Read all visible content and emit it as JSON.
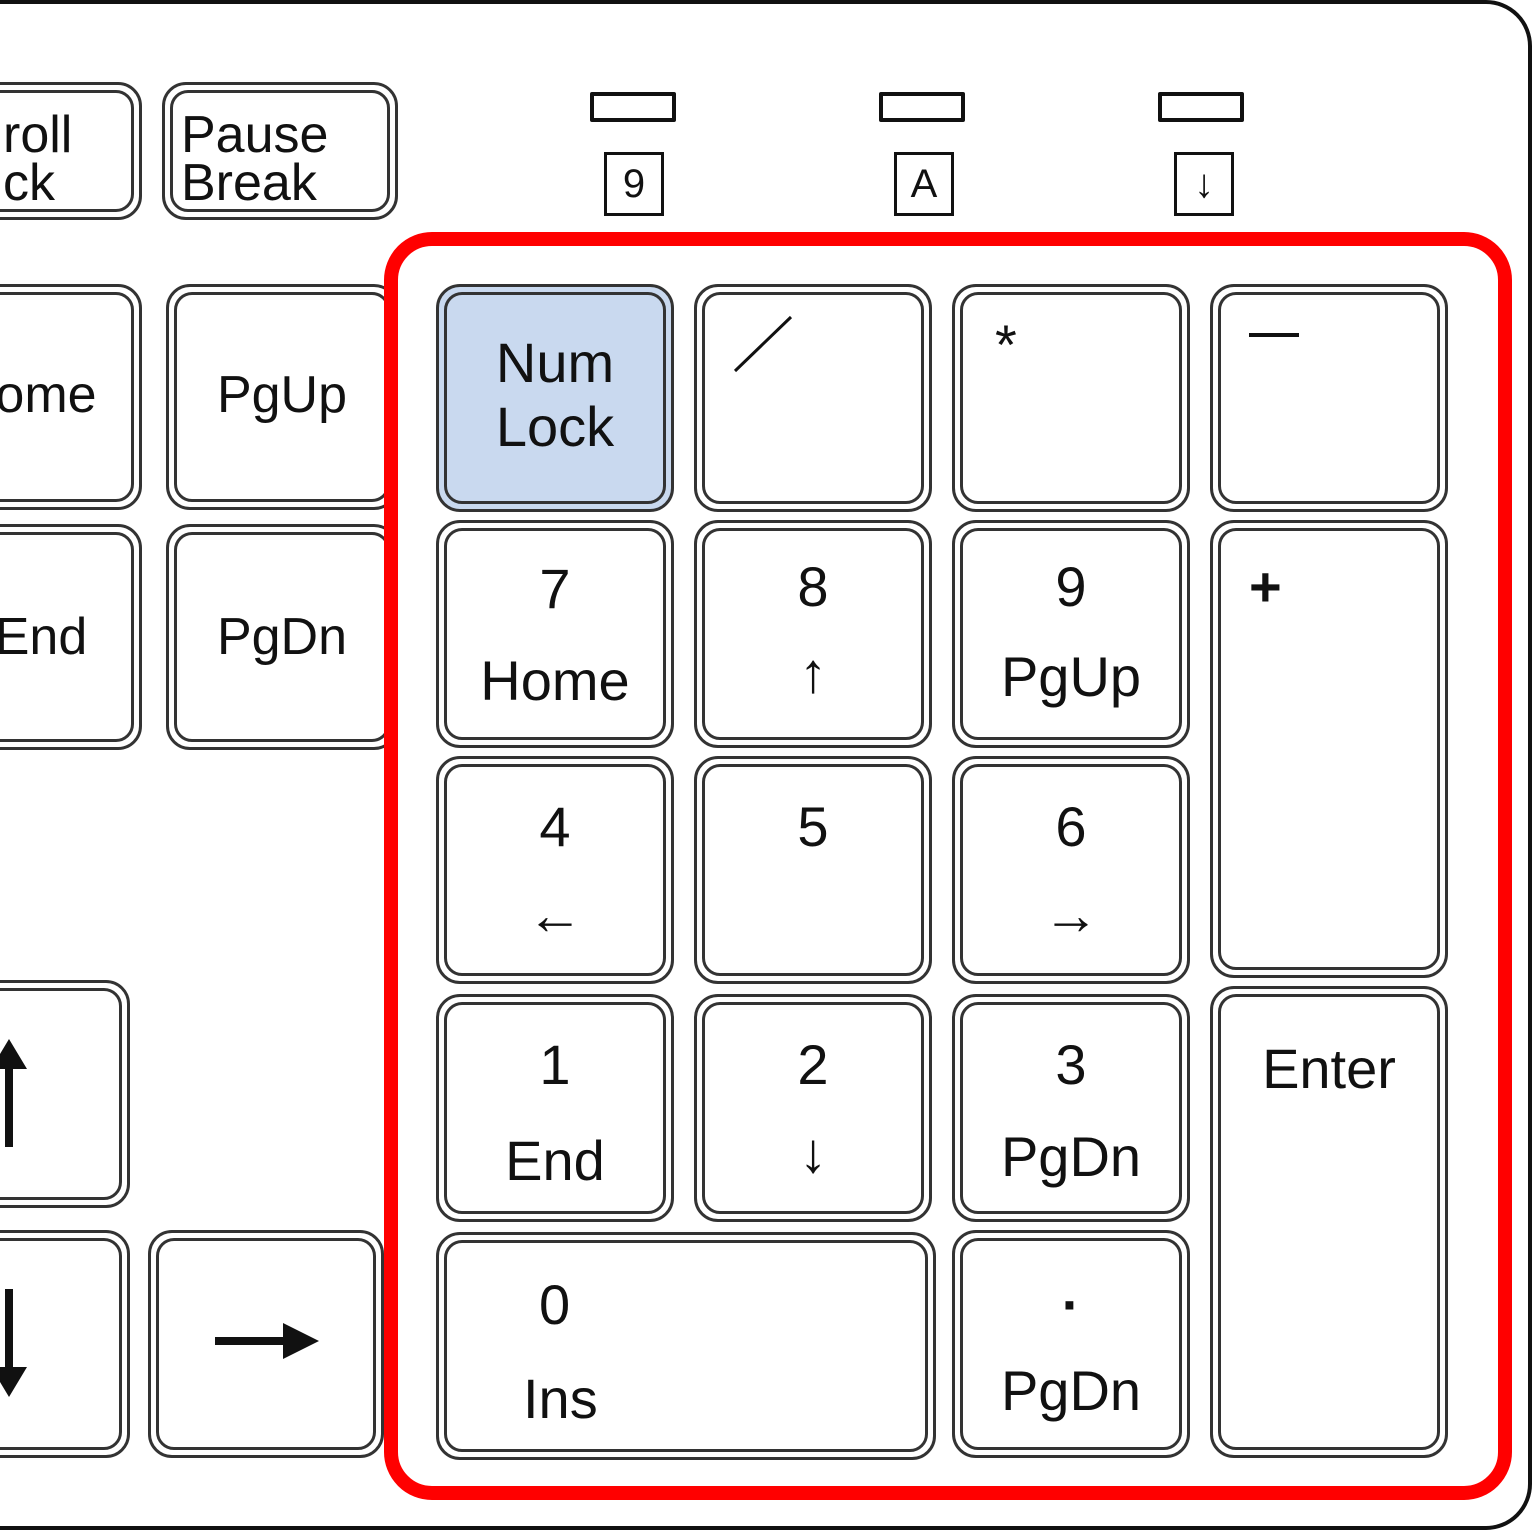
{
  "figure": {
    "description": "Keyboard numeric keypad diagram with Num Lock highlighted",
    "highlight_color": "#ff0000",
    "active_key_color": "#c9d9ef"
  },
  "indicators": [
    {
      "name": "num-lock-indicator",
      "symbol": "9"
    },
    {
      "name": "caps-lock-indicator",
      "symbol": "A"
    },
    {
      "name": "scroll-lock-indicator",
      "symbol": "↓"
    }
  ],
  "left_keys": {
    "scroll_lock": {
      "line1": "roll",
      "line2": "ck"
    },
    "pause_break": {
      "line1": "Pause",
      "line2": "Break"
    },
    "home": "ome",
    "pgup": "PgUp",
    "end": "End",
    "pgdn": "PgDn",
    "arrow_up": "↑",
    "arrow_down": "↓",
    "arrow_right": "→"
  },
  "numpad": {
    "numlock": {
      "line1": "Num",
      "line2": "Lock"
    },
    "divide": "/",
    "multiply": "*",
    "minus": "−",
    "plus": "+",
    "enter": "Enter",
    "k7": {
      "main": "7",
      "sub": "Home"
    },
    "k8": {
      "main": "8",
      "sub": "↑"
    },
    "k9": {
      "main": "9",
      "sub": "PgUp"
    },
    "k4": {
      "main": "4",
      "sub": "←"
    },
    "k5": {
      "main": "5",
      "sub": ""
    },
    "k6": {
      "main": "6",
      "sub": "→"
    },
    "k1": {
      "main": "1",
      "sub": "End"
    },
    "k2": {
      "main": "2",
      "sub": "↓"
    },
    "k3": {
      "main": "3",
      "sub": "PgDn"
    },
    "k0": {
      "main": "0",
      "sub": "Ins"
    },
    "decimal": {
      "main": "·",
      "sub": "PgDn"
    }
  }
}
